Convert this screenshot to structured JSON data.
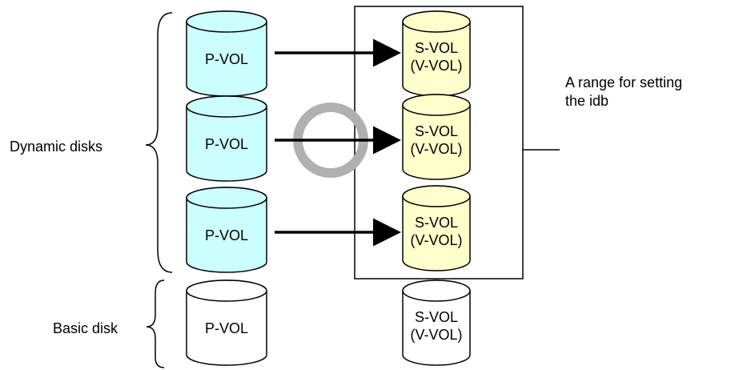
{
  "groups": {
    "dynamic_label": "Dynamic disks",
    "basic_label": "Basic disk"
  },
  "range_box": {
    "label_line1": "A range for setting",
    "label_line2": "the idb"
  },
  "pvol_label": "P-VOL",
  "svol_line1": "S-VOL",
  "svol_line2": "(V-VOL)",
  "pairs": [
    {
      "primary": "P-VOL",
      "secondary_line1": "S-VOL",
      "secondary_line2": "(V-VOL)"
    },
    {
      "primary": "P-VOL",
      "secondary_line1": "S-VOL",
      "secondary_line2": "(V-VOL)"
    },
    {
      "primary": "P-VOL",
      "secondary_line1": "S-VOL",
      "secondary_line2": "(V-VOL)"
    }
  ],
  "basic_pair": {
    "primary": "P-VOL",
    "secondary_line1": "S-VOL",
    "secondary_line2": "(V-VOL)"
  },
  "colors": {
    "pvol_fill": "#ccffff",
    "svol_fill": "#ffffcc",
    "basic_fill": "#ffffff",
    "stroke": "#000000",
    "circle_marker": "#b0b0b0",
    "arrow": "#000000"
  },
  "icons": {
    "volume": "cylinder",
    "mapping": "arrow-right",
    "status_marker": "ring"
  }
}
